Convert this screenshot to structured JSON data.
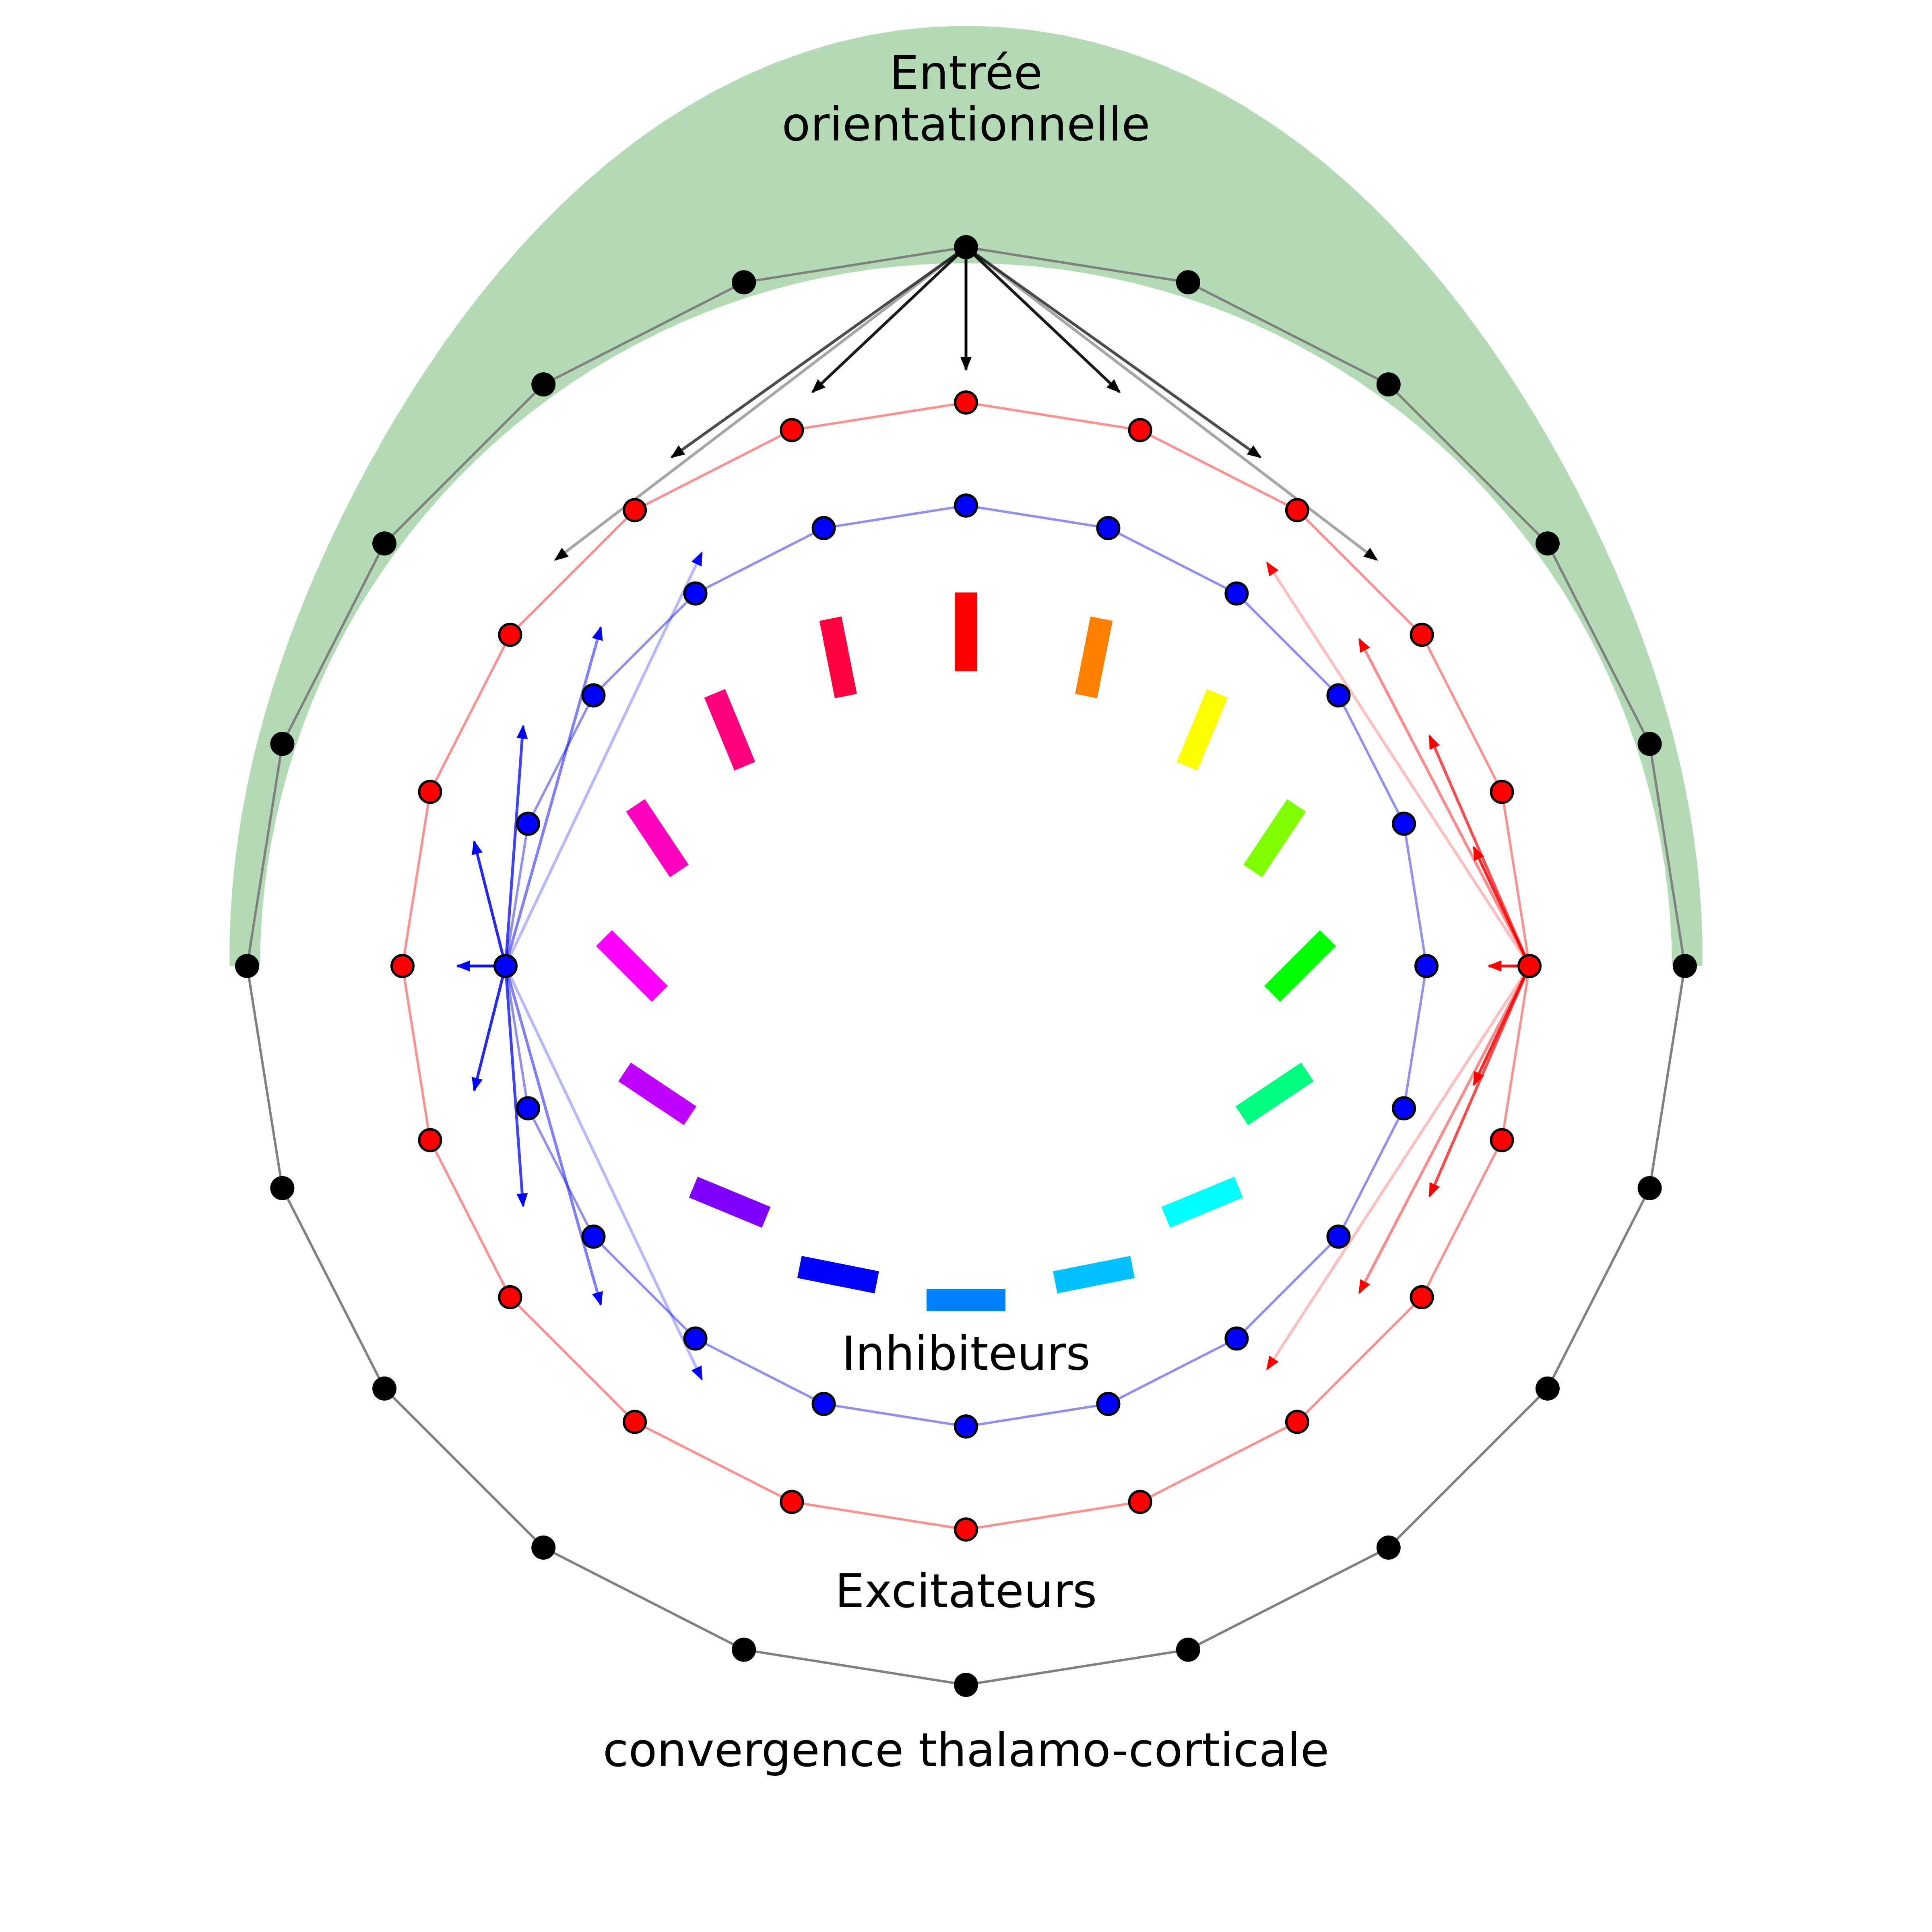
{
  "labels": {
    "input_line1": "Entrée",
    "input_line2": "orientationnelle",
    "inhibitors": "Inhibiteurs",
    "excitators": "Excitateurs",
    "thalamic": "convergence thalamo-corticale"
  },
  "rings": {
    "count_per_ring": 20,
    "thalamic": {
      "node_color": "#000000",
      "line_color": "#808080"
    },
    "excitatory": {
      "node_color": "#ff0000",
      "line_color": "#ff9090"
    },
    "inhibitory": {
      "node_color": "#0000ff",
      "line_color": "#9090ee"
    }
  },
  "input_color": "#b3dab5",
  "orientation_bars": {
    "count": 16,
    "colors": [
      "#ff0000",
      "#ff8000",
      "#ffff00",
      "#80ff00",
      "#00ff00",
      "#00ff80",
      "#00ffff",
      "#0080ff",
      "#0000ff",
      "#8000ff",
      "#ff00ff",
      "#ff0080"
    ]
  },
  "arrow_colors": {
    "thalamic": "#000000",
    "excitatory": "#ff0000",
    "inhibitory": "#0000ff"
  }
}
